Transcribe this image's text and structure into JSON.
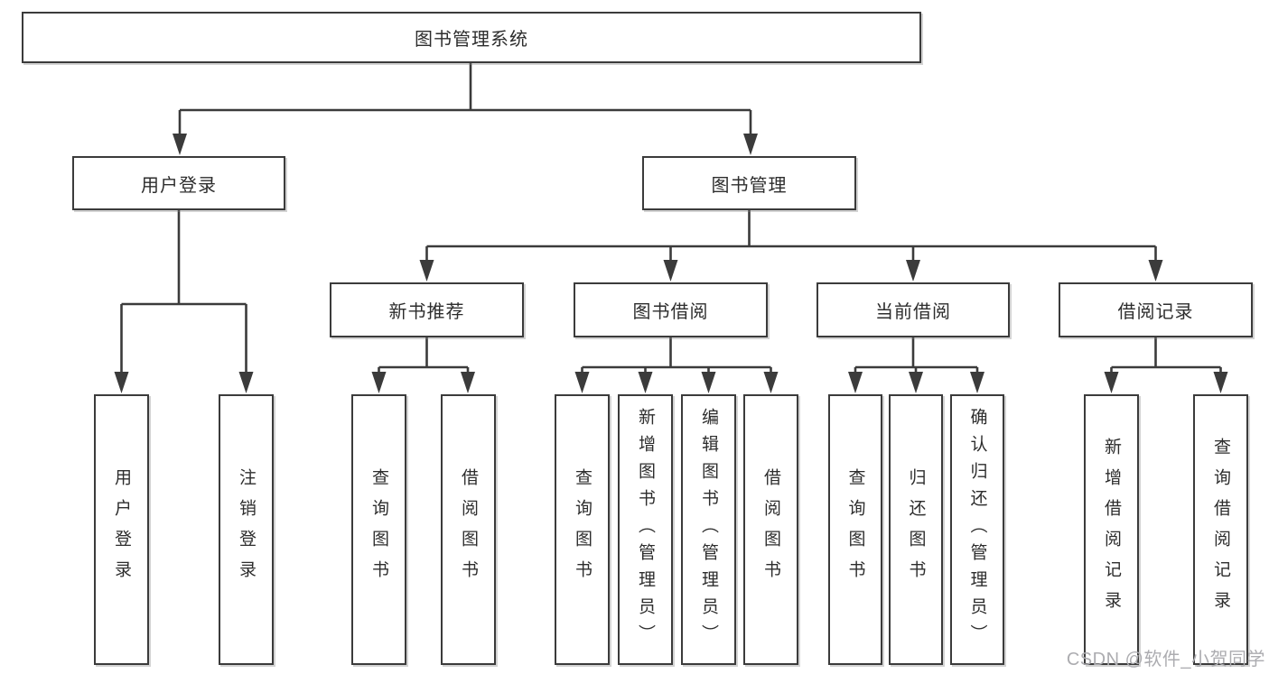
{
  "diagram": {
    "background": "#ffffff",
    "line_color": "#3b3b3b",
    "text_color": "#2d2d2d",
    "watermark": {
      "text": "CSDN @软件_小贺同学",
      "color": "#acacb0"
    },
    "tree": {
      "label": "图书管理系统",
      "children": [
        {
          "label": "用户登录",
          "children": [
            {
              "label": "用户登录"
            },
            {
              "label": "注销登录"
            }
          ]
        },
        {
          "label": "图书管理",
          "children": [
            {
              "label": "新书推荐",
              "children": [
                {
                  "label": "查询图书"
                },
                {
                  "label": "借阅图书"
                }
              ]
            },
            {
              "label": "图书借阅",
              "children": [
                {
                  "label": "查询图书"
                },
                {
                  "label": "新增图书（管理员）"
                },
                {
                  "label": "编辑图书（管理员）"
                },
                {
                  "label": "借阅图书"
                }
              ]
            },
            {
              "label": "当前借阅",
              "children": [
                {
                  "label": "查询图书"
                },
                {
                  "label": "归还图书"
                },
                {
                  "label": "确认归还（管理员）"
                }
              ]
            },
            {
              "label": "借阅记录",
              "children": [
                {
                  "label": "新增借阅记录"
                },
                {
                  "label": "查询借阅记录"
                }
              ]
            }
          ]
        }
      ]
    }
  }
}
